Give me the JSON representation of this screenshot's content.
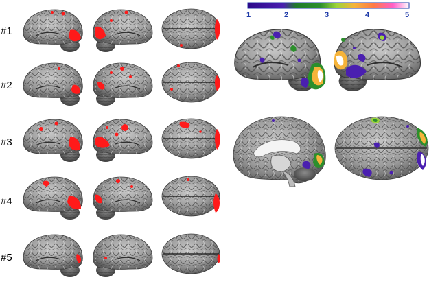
{
  "figure": {
    "rows": [
      {
        "label": "#1"
      },
      {
        "label": "#2"
      },
      {
        "label": "#3"
      },
      {
        "label": "#4"
      },
      {
        "label": "#5"
      }
    ],
    "colorbar": {
      "ticks": [
        "1",
        "2",
        "3",
        "4",
        "5"
      ],
      "tick_color": "#1e3aa8",
      "colors": [
        "#2b0a8a",
        "#4a1fb0",
        "#2c8f2c",
        "#9bd43a",
        "#f6b43a",
        "#ff7a45",
        "#ff5ec8",
        "#ffffff"
      ]
    },
    "colors": {
      "cluster": "#ff1a1a",
      "brain_light": "#b8b8b8",
      "brain_dark": "#545454"
    }
  }
}
